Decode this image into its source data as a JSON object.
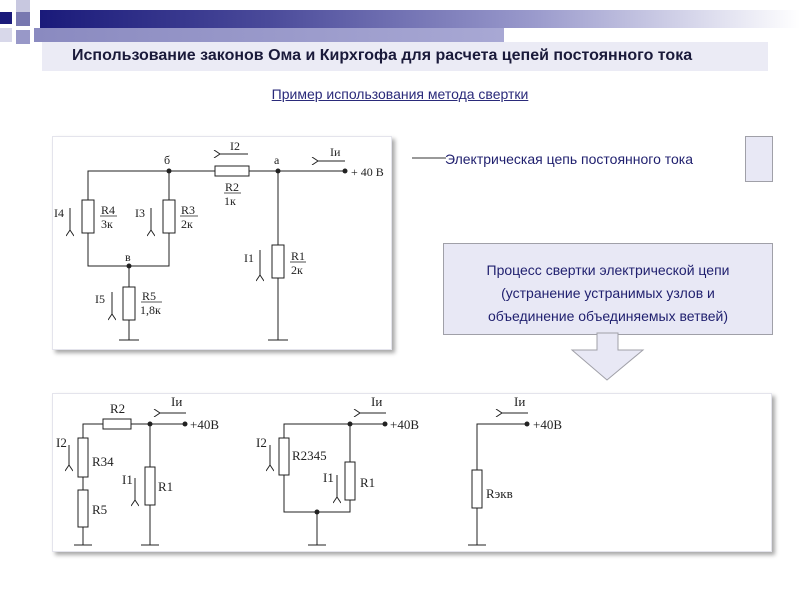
{
  "header": {
    "title": "Использование законов Ома и Кирхгофа для расчета цепей постоянного тока",
    "subtitle": "Пример использования метода свертки"
  },
  "callouts": {
    "circuit_label": "Электрическая цепь постоянного тока",
    "process_lines": [
      "Процесс свертки электрической цепи",
      "(устранение устранимых узлов и",
      "объединение объединяемых ветвей)"
    ]
  },
  "circuit_original": {
    "node_b": "б",
    "node_a": "а",
    "node_v": "в",
    "source": "+ 40 В",
    "i_source": "Iи",
    "i1": "I1",
    "i2": "I2",
    "i3": "I3",
    "i4": "I4",
    "i5": "I5",
    "r1": "R1",
    "r1_val": "2к",
    "r2": "R2",
    "r2_val": "1к",
    "r3": "R3",
    "r3_val": "2к",
    "r4": "R4",
    "r4_val": "3к",
    "r5": "R5",
    "r5_val": "1,8к"
  },
  "circuit_step1": {
    "source": "+40В",
    "i_source": "Iи",
    "i1": "I1",
    "i2": "I2",
    "r2": "R2",
    "r34": "R34",
    "r5": "R5",
    "r1": "R1"
  },
  "circuit_step2": {
    "source": "+40В",
    "i_source": "Iи",
    "i1": "I1",
    "i2": "I2",
    "r2345": "R2345",
    "r1": "R1"
  },
  "circuit_step3": {
    "source": "+40В",
    "i_source": "Iи",
    "r_eq": "Rэкв"
  },
  "colors": {
    "accent": "#1a1a7a",
    "text": "#1f1f6e",
    "box": "#e8e8f5"
  }
}
